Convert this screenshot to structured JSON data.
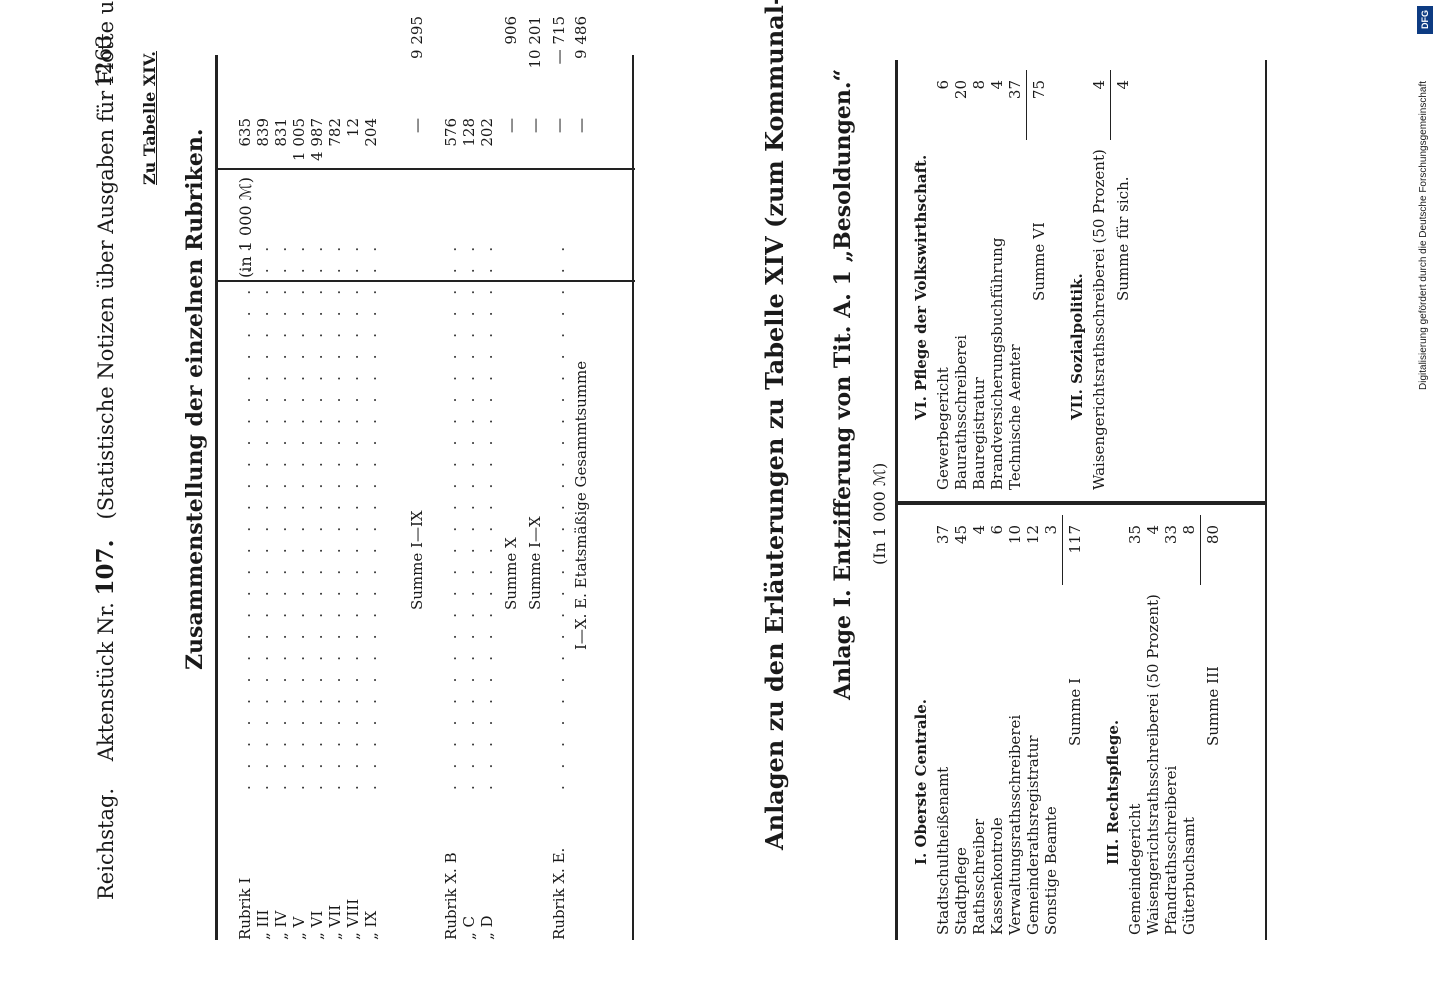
{
  "header": {
    "left": "Reichstag.",
    "doc_label": "Aktenstück Nr.",
    "doc_no": "107.",
    "title": "(Statistische Notizen über Ausgaben für Flotte und Landheer rc.)",
    "page": "1263",
    "tab_ref": "Zu Tabelle XIV."
  },
  "summary": {
    "heading": "Zusammenstellung der einzelnen Rubriken.",
    "unit": "(in 1 000 ℳ)",
    "rows": [
      {
        "label": "Rubrik  I",
        "v1": "635",
        "v2": ""
      },
      {
        "label": "„  III",
        "v1": "839",
        "v2": ""
      },
      {
        "label": "„  IV",
        "v1": "831",
        "v2": ""
      },
      {
        "label": "„  V",
        "v1": "1 005",
        "v2": ""
      },
      {
        "label": "„  VI",
        "v1": "4 987",
        "v2": ""
      },
      {
        "label": "„  VII",
        "v1": "782",
        "v2": ""
      },
      {
        "label": "„  VIII",
        "v1": "12",
        "v2": ""
      },
      {
        "label": "„  IX",
        "v1": "204",
        "v2": ""
      },
      {
        "label": "Summe I—IX",
        "v1": "—",
        "v2": "9 295"
      },
      {
        "label": "Rubrik X. B",
        "v1": "576",
        "v2": ""
      },
      {
        "label": "„  C",
        "v1": "128",
        "v2": ""
      },
      {
        "label": "„  D",
        "v1": "202",
        "v2": ""
      },
      {
        "label": "Summe X",
        "v1": "—",
        "v2": "906"
      },
      {
        "label": "Summe I—X",
        "v1": "—",
        "v2": "10 201"
      },
      {
        "label": "Rubrik X. E.",
        "v1": "—",
        "v2": "— 715"
      },
      {
        "label": "I—X. E. Etatsmäßige Gesammtsumme",
        "v1": "—",
        "v2": "9 486"
      }
    ]
  },
  "appendix": {
    "heading": "Anlagen zu den Erläuterungen zu Tabelle XIV (zum Kommunal-Etat).",
    "sub_heading": "Anlage I.   Entzifferung von Tit. A. 1  „Besoldungen.“",
    "unit": "(In 1 000 ℳ)",
    "left_col": {
      "sections": [
        {
          "title": "I. Oberste Centrale.",
          "rows": [
            {
              "label": "Stadtschultheißenamt",
              "v": "37"
            },
            {
              "label": "Stadtpflege",
              "v": "45"
            },
            {
              "label": "Rathsschreiber",
              "v": "4"
            },
            {
              "label": "Kassenkontrole",
              "v": "6"
            },
            {
              "label": "Verwaltungsrathsschreiberei",
              "v": "10"
            },
            {
              "label": "Gemeinderathsregistratur",
              "v": "12"
            },
            {
              "label": "Sonstige Beamte",
              "v": "3"
            }
          ],
          "sum_label": "Summe I",
          "sum": "117"
        },
        {
          "title": "III. Rechtspflege.",
          "rows": [
            {
              "label": "Gemeindegericht",
              "v": "35"
            },
            {
              "label": "Waisengerichtsrathsschreiberei (50 Prozent)",
              "v": "4"
            },
            {
              "label": "Pfandrathsschreiberei",
              "v": "33"
            },
            {
              "label": "Güterbuchsamt",
              "v": "8"
            }
          ],
          "sum_label": "Summe III",
          "sum": "80"
        }
      ]
    },
    "right_col": {
      "sections": [
        {
          "title": "VI. Pflege der Volkswirthschaft.",
          "rows": [
            {
              "label": "Gewerbegericht",
              "v": "6"
            },
            {
              "label": "Bauraths­schreiberei",
              "v": "20"
            },
            {
              "label": "Bauregistratur",
              "v": "8"
            },
            {
              "label": "Brandversicherungsbuchführung",
              "v": "4"
            },
            {
              "label": "Technische Aemter",
              "v": "37"
            }
          ],
          "sum_label": "Summe VI",
          "sum": "75"
        },
        {
          "title": "VII. Sozialpolitik.",
          "rows": [
            {
              "label": "Waisengerichtsrathsschreiberei (50 Prozent)",
              "v": "4"
            }
          ],
          "sum_label": "Summe für sich.",
          "sum": "4"
        }
      ]
    }
  },
  "side_note": "Digitalisierung gefördert durch die Deutsche Forschungsgemeinschaft",
  "logo": "DFG"
}
